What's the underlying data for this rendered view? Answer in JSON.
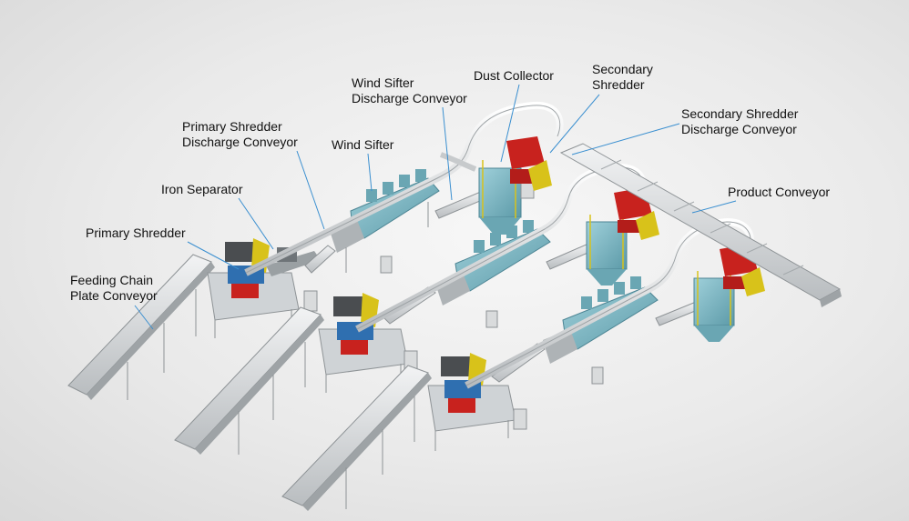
{
  "diagram": {
    "labels": {
      "feeding_chain": [
        "Feeding Chain",
        "Plate Conveyor"
      ],
      "primary_shredder": [
        "Primary Shredder"
      ],
      "iron_separator": [
        "Iron Separator"
      ],
      "primary_shredder_discharge": [
        "Primary Shredder",
        "Discharge Conveyor"
      ],
      "wind_sifter": [
        "Wind Sifter"
      ],
      "wind_sifter_discharge": [
        "Wind Sifter",
        "Discharge Conveyor"
      ],
      "dust_collector": [
        "Dust Collector"
      ],
      "secondary_shredder": [
        "Secondary",
        "Shredder"
      ],
      "secondary_shredder_discharge": [
        "Secondary Shredder",
        "Discharge Conveyor"
      ],
      "product_conveyor": [
        "Product Conveyor"
      ]
    },
    "colors": {
      "leader_line": "#3a8fd0",
      "shredder_yellow": "#d8c21a",
      "secondary_red": "#c8221e",
      "sifter_teal": "#7ab9c6",
      "motor_blue": "#2f6fb0",
      "steel": "#c9ccce",
      "frame": "#8e9396"
    }
  }
}
